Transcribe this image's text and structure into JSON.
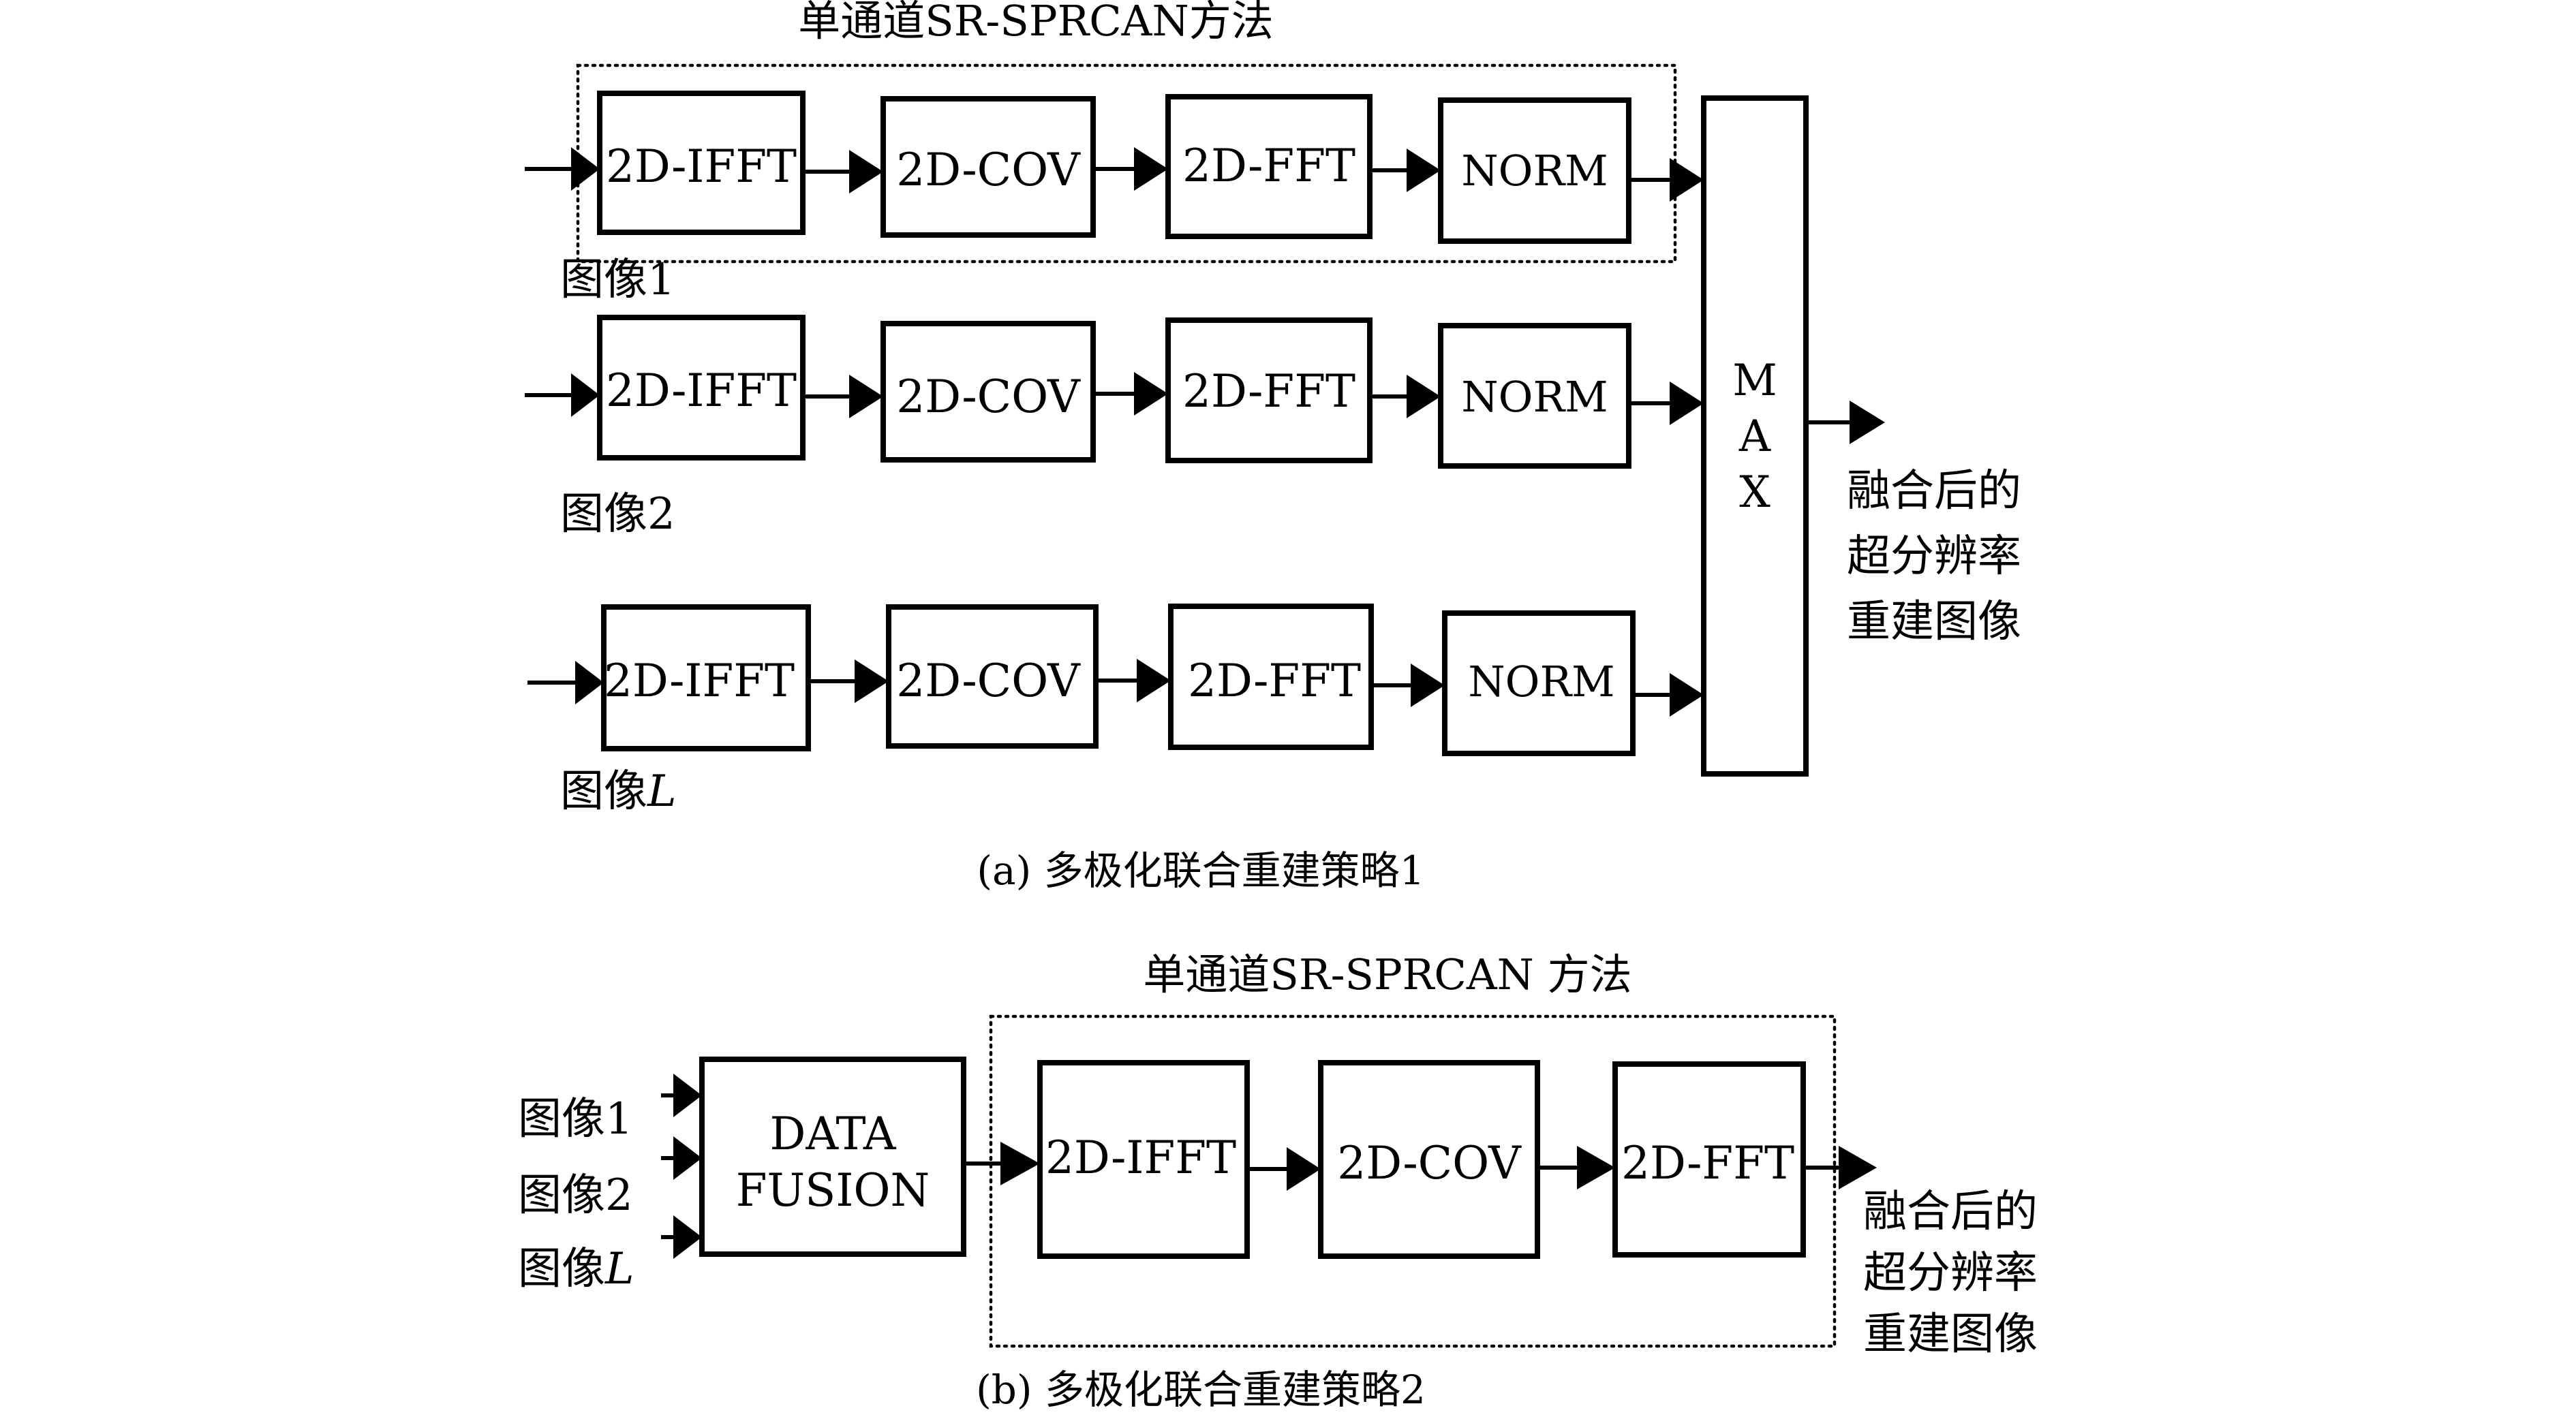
{
  "diagram_a": {
    "group_label": "单通道SR-SPRCAN方法",
    "rows": [
      {
        "input_label": "图像",
        "input_suffix": "1",
        "blocks": [
          "2D-IFFT",
          "2D-COV",
          "2D-FFT",
          "NORM"
        ]
      },
      {
        "input_label": "图像",
        "input_suffix": "2",
        "blocks": [
          "2D-IFFT",
          "2D-COV",
          "2D-FFT",
          "NORM"
        ]
      },
      {
        "input_label": "图像",
        "input_suffix": "L",
        "blocks": [
          "2D-IFFT",
          "2D-COV",
          "2D-FFT",
          "NORM"
        ]
      }
    ],
    "max_block": [
      "M",
      "A",
      "X"
    ],
    "output_lines": [
      "融合后的",
      "超分辨率",
      "重建图像"
    ],
    "caption": "(a) 多极化联合重建策略1"
  },
  "diagram_b": {
    "group_label": "单通道SR-SPRCAN 方法",
    "inputs": [
      {
        "label": "图像",
        "suffix": "1"
      },
      {
        "label": "图像",
        "suffix": "2"
      },
      {
        "label": "图像",
        "suffix": "L"
      }
    ],
    "fusion_block": [
      "DATA",
      "FUSION"
    ],
    "blocks": [
      "2D-IFFT",
      "2D-COV",
      "2D-FFT"
    ],
    "output_lines": [
      "融合后的",
      "超分辨率",
      "重建图像"
    ],
    "caption": "(b) 多极化联合重建策略2"
  }
}
